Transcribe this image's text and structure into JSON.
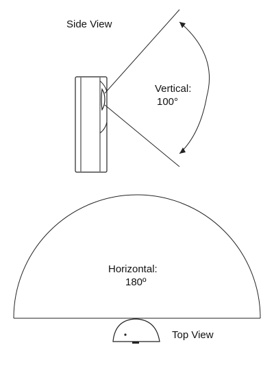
{
  "side_view": {
    "title": "Side View",
    "vertical_label": "Vertical:",
    "vertical_angle": "100°"
  },
  "top_view": {
    "title": "Top View",
    "horizontal_label": "Horizontal:",
    "horizontal_angle": "180º"
  },
  "colors": {
    "line": "#222222",
    "background": "#ffffff"
  },
  "icons": {
    "arrowhead": "arrowhead-icon"
  }
}
